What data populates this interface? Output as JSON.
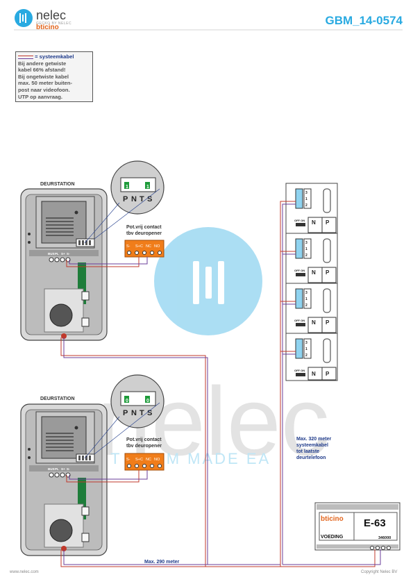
{
  "header": {
    "brand": "nelec",
    "brand_sub": "GECKO BY NELEC",
    "brand_partner": "bticino",
    "doc_id": "GBM_14-0574"
  },
  "note": {
    "heading": "= systeemkabel",
    "lines": [
      "Bij andere getwiste",
      "kabel 66% afstand!",
      "Bij ongetwiste kabel",
      "max. 50 meter buiten-",
      "post naar videofoon.",
      "UTP op aanvraag."
    ]
  },
  "door_stations": [
    {
      "label": "DEURSTATION",
      "terminals": [
        "BUS",
        "PL",
        "S+",
        "S-"
      ],
      "zoom_terminals": [
        "P",
        "N",
        "T",
        "S"
      ],
      "contact_label_1": "Pot.vrij contact",
      "contact_label_2": "tbv deuropener",
      "contact_terminals": [
        "S-",
        "S+",
        "C",
        "NC",
        "NO"
      ],
      "dip_values": [
        "1",
        "1"
      ]
    },
    {
      "label": "DEURSTATION",
      "terminals": [
        "BUS",
        "PL",
        "S+",
        "S-"
      ],
      "zoom_terminals": [
        "P",
        "N",
        "T",
        "S"
      ],
      "contact_label_1": "Pot.vrij contact",
      "contact_label_2": "tbv deuropener",
      "contact_terminals": [
        "S-",
        "S+",
        "C",
        "NC",
        "NO"
      ],
      "dip_values": [
        "0",
        "0"
      ]
    }
  ],
  "handsets": {
    "count": 4,
    "terminal_labels": [
      "3",
      "1",
      "2"
    ],
    "np_labels": [
      "N",
      "P"
    ],
    "switch_label": "OFF ON"
  },
  "power_supply": {
    "brand": "bticino",
    "model": "E-63",
    "name": "VOEDING",
    "code": "346000"
  },
  "annotations": {
    "max_320": [
      "Max. 320 meter",
      "systeemkabel",
      "tot laatste",
      "deurtelefoon"
    ],
    "max_290": "Max. 290 meter"
  },
  "watermark": {
    "word": "nelec",
    "tagline": "IT FROM MADE EA"
  },
  "footer": {
    "left": "www.nelec.com",
    "right": "Copyright Nelec BV"
  },
  "colors": {
    "accent": "#29aae1",
    "cable_red": "#c0392b",
    "cable_purple": "#6a3d9a",
    "contact_orange": "#f07d1a",
    "board_green": "#1e7d3a",
    "label_blue": "#1e3a8a"
  }
}
